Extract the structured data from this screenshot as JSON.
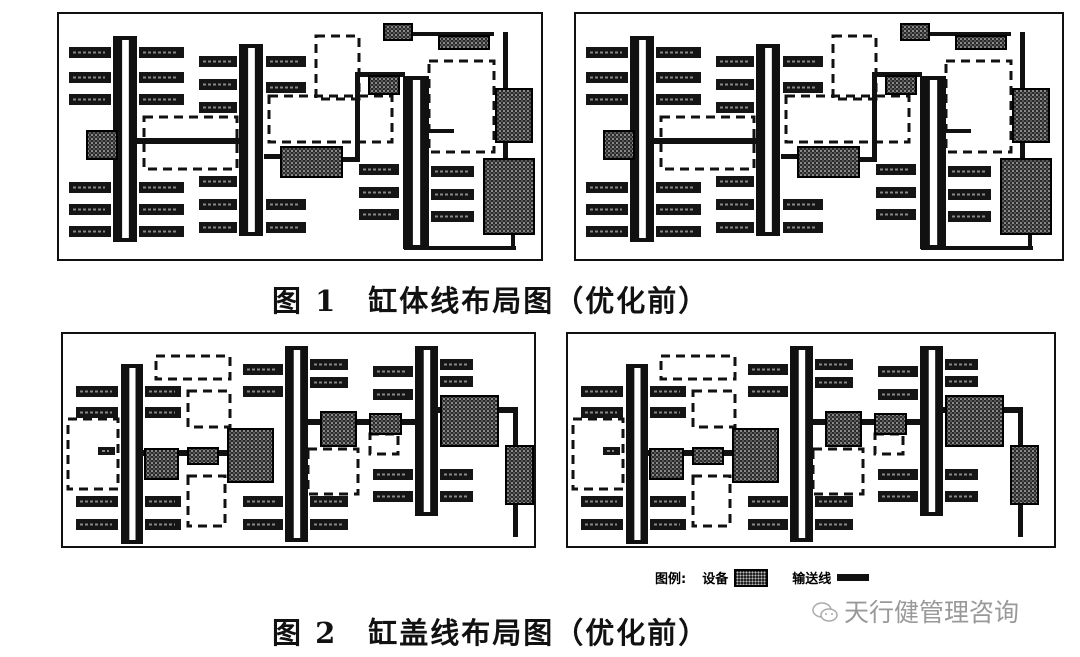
{
  "figures": [
    {
      "caption": "图 1　缸体线布局图（优化前）"
    },
    {
      "caption": "图 2　缸盖线布局图（优化前）"
    }
  ],
  "legend": {
    "title": "图例:",
    "device_label": "设备",
    "conveyor_label": "输送线"
  },
  "watermark": "天行健管理咨询",
  "colors": {
    "ink": "#111111",
    "device_fill": "#333333",
    "watermark": "#999999"
  }
}
